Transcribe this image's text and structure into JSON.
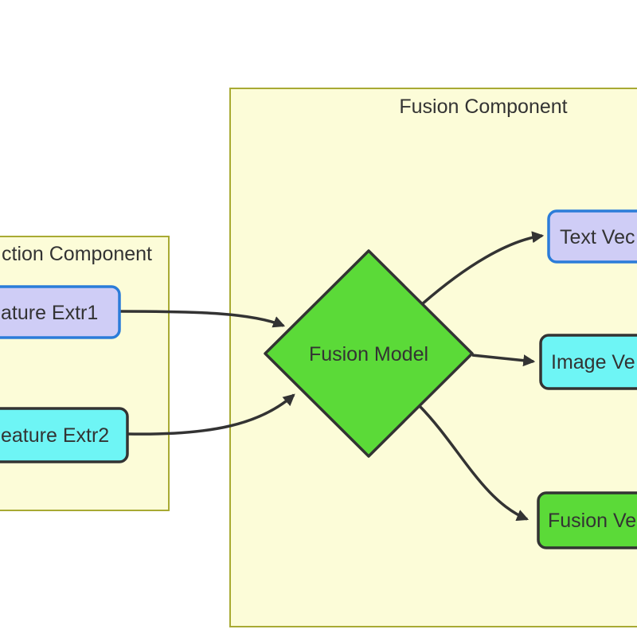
{
  "canvas": {
    "background": "#ffffff"
  },
  "colors": {
    "container_fill": "#fcfcd8",
    "container_border": "#a8aa33",
    "lavender_fill": "#cfcdf6",
    "blue_border": "#2b7cd9",
    "cyan_fill": "#6ef5f5",
    "green_fill": "#5bda38",
    "dark_border": "#333333",
    "arrow": "#333333",
    "text": "#333333"
  },
  "containers": {
    "extraction": {
      "label": "ction Component"
    },
    "fusion": {
      "label": "Fusion Component"
    }
  },
  "nodes": {
    "extr1": {
      "label": "ature Extr1"
    },
    "extr2": {
      "label": "eature Extr2"
    },
    "fusion_model": {
      "label": "Fusion Model"
    },
    "text_vector": {
      "label": "Text Vec"
    },
    "image_vector": {
      "label": "Image Ve"
    },
    "fusion_vector": {
      "label": "Fusion Ve"
    }
  },
  "edges": [
    {
      "from": "extr1",
      "to": "fusion_model"
    },
    {
      "from": "extr2",
      "to": "fusion_model"
    },
    {
      "from": "fusion_model",
      "to": "text_vector"
    },
    {
      "from": "fusion_model",
      "to": "image_vector"
    },
    {
      "from": "fusion_model",
      "to": "fusion_vector"
    }
  ]
}
